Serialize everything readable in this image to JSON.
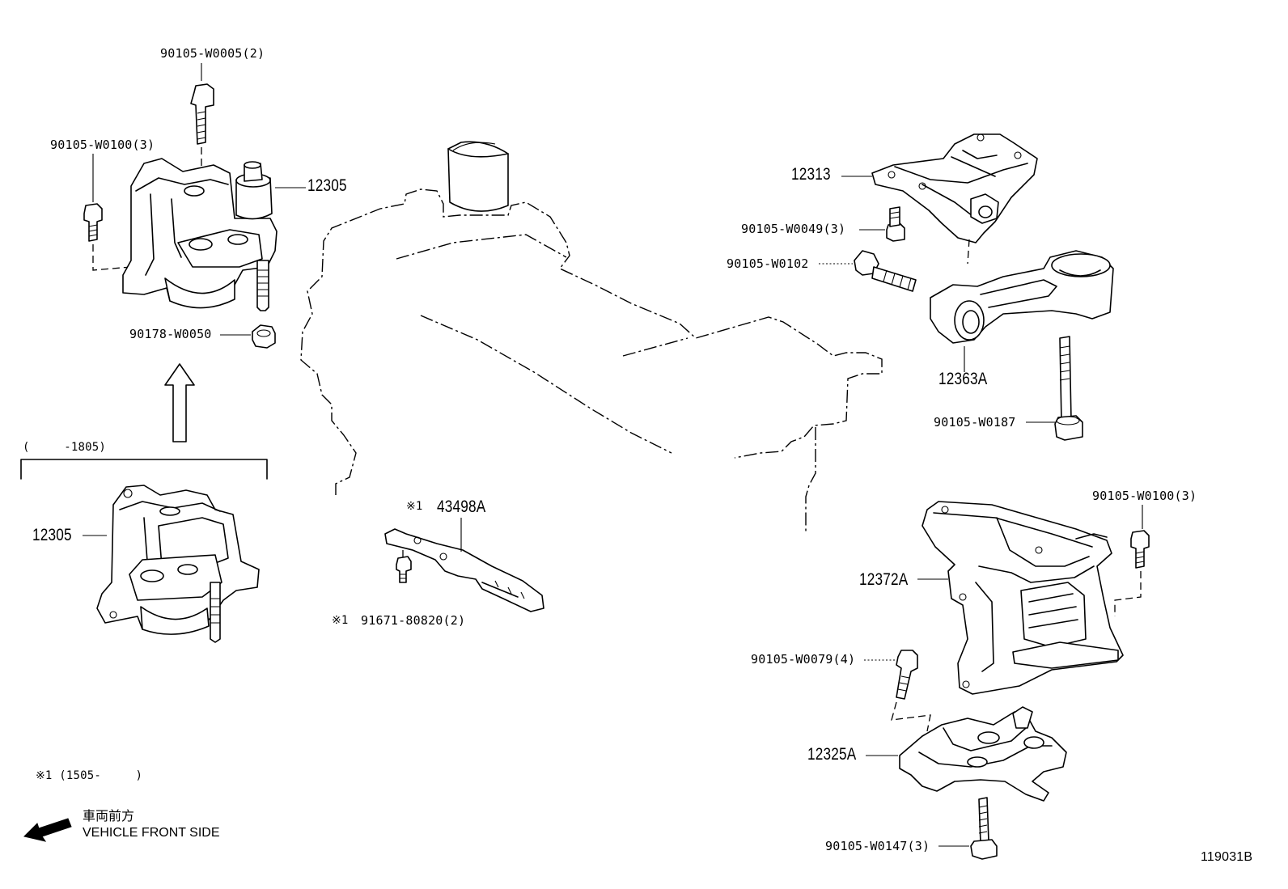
{
  "diagram": {
    "drawing_number": "119031B",
    "callouts": {
      "bolt_w0005": "90105-W0005(2)",
      "bolt_w0100_left": "90105-W0100(3)",
      "mount_12305_upper": "12305",
      "nut_w0050": "90178-W0050",
      "mount_12305_lower": "12305",
      "bracket_43498a_mark": "※1",
      "bracket_43498a": "43498A",
      "bolt_91671_mark": "※1",
      "bolt_91671": "91671-80820(2)",
      "bracket_12313": "12313",
      "bolt_w0049": "90105-W0049(3)",
      "bolt_w0102": "90105-W0102",
      "rod_12363a": "12363A",
      "bolt_w0187": "90105-W0187",
      "bolt_w0100_right": "90105-W0100(3)",
      "mount_12372a": "12372A",
      "bolt_w0079": "90105-W0079(4)",
      "bracket_12325a": "12325A",
      "bolt_w0147": "90105-W0147(3)"
    },
    "date_range_label": "(　　　-1805)",
    "footnote": "※1 (1505-　　　)",
    "front_arrow": {
      "label_jp": "車両前方",
      "label_en": "VEHICLE FRONT SIDE"
    }
  }
}
